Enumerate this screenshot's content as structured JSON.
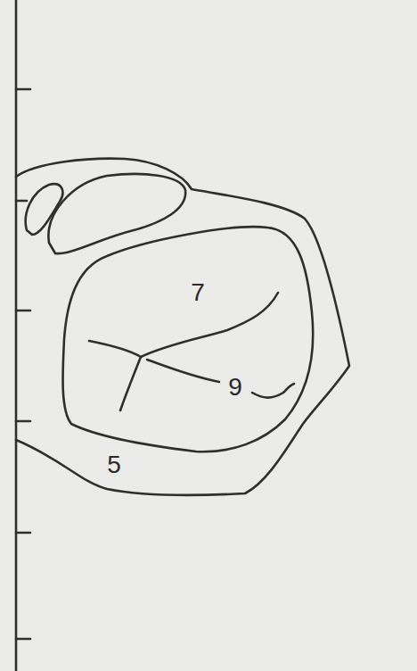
{
  "diagram": {
    "labels": [
      "7",
      "9",
      "5"
    ]
  }
}
